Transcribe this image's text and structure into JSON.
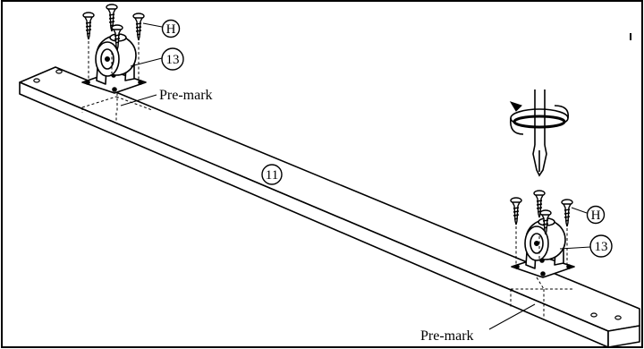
{
  "diagram": {
    "board_label": "11",
    "caster_label": "13",
    "screw_label": "H",
    "premark_top": "Pre-mark",
    "premark_bottom": "Pre-mark"
  },
  "icons": [
    "screw-icon",
    "caster-wheel-icon",
    "screwdriver-icon",
    "rotation-arrow-icon"
  ]
}
